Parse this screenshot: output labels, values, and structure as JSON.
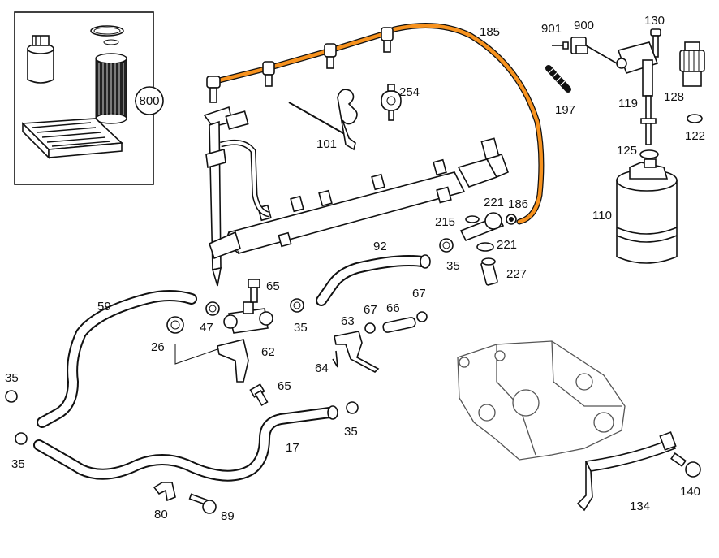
{
  "diagram": {
    "colors": {
      "highlight": "#f7921e",
      "line": "#111111",
      "background": "#ffffff"
    },
    "labels": {
      "l800": "800",
      "l185": "185",
      "l901": "901",
      "l900": "900",
      "l130": "130",
      "l254": "254",
      "l197": "197",
      "l119": "119",
      "l128": "128",
      "l101": "101",
      "l122": "122",
      "l125": "125",
      "l221a": "221",
      "l186": "186",
      "l110": "110",
      "l215": "215",
      "l92": "92",
      "l221b": "221",
      "l35a": "35",
      "l227": "227",
      "l65a": "65",
      "l59": "59",
      "l47": "47",
      "l35b": "35",
      "l67a": "67",
      "l63": "63",
      "l67b": "67",
      "l66": "66",
      "l26": "26",
      "l62": "62",
      "l64": "64",
      "l35c": "35",
      "l65b": "65",
      "l35d": "35",
      "l17": "17",
      "l35e": "35",
      "l140": "140",
      "l80": "80",
      "l89": "89",
      "l134": "134"
    }
  }
}
